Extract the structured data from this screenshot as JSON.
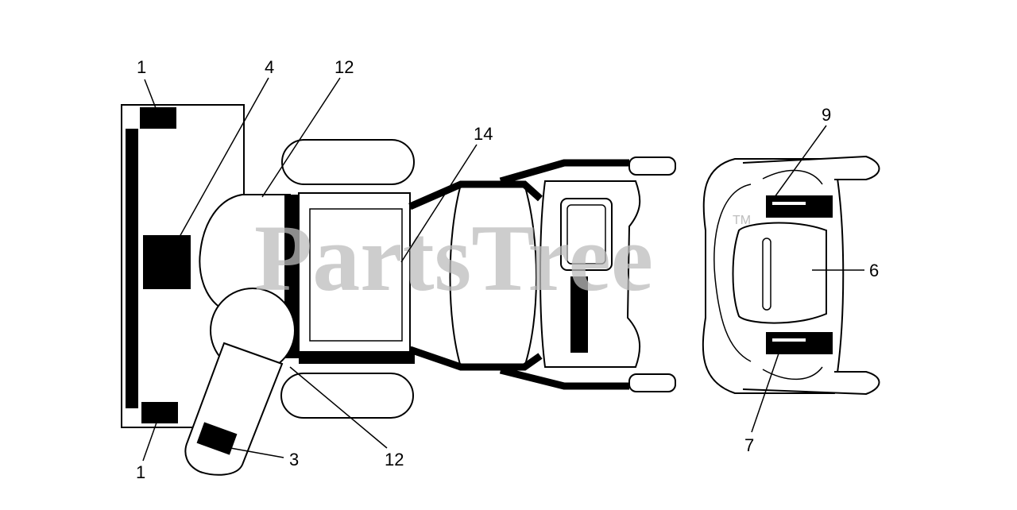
{
  "watermark": {
    "text": "PartsTree",
    "trademark": "TM"
  },
  "callouts": {
    "c1_top": "1",
    "c4": "4",
    "c12_top": "12",
    "c14": "14",
    "c9": "9",
    "c6": "6",
    "c7": "7",
    "c12_bottom": "12",
    "c3": "3",
    "c1_bottom": "1"
  }
}
